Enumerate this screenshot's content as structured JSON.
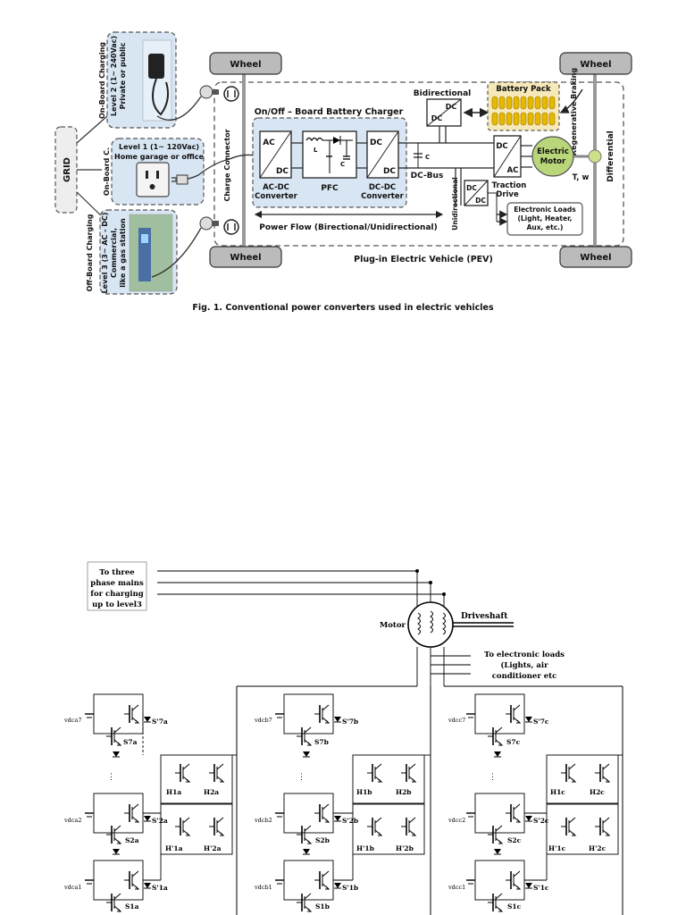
{
  "fig1": {
    "caption": "Fig. 1. Conventional power converters used in electric vehicles",
    "grid": "GRID",
    "wheel_label": "Wheel",
    "charge_connector": "Charge Connector",
    "onoff_title": "On/Off – Board Battery Charger",
    "on_board_charging": "On-Board Charging",
    "level2": "Level 2 (1~ 240Vac)",
    "level2_sub": "Private or public",
    "on_board_c": "On-Board C.",
    "level1": "Level 1 (1~ 120Vac)",
    "level1_sub": "Home garage or office",
    "off_board_charging": "Off-Board Charging",
    "level3": "Level 3 (3~ AC - DC)",
    "level3_sub1": "Commercial,",
    "level3_sub2": "like a gas station",
    "ac": "AC",
    "dc": "DC",
    "ac_dc_converter_1": "AC-DC",
    "ac_dc_converter_2": "Converter",
    "pfc": "PFC",
    "pfc_l": "L",
    "pfc_c": "C",
    "dc_dc_converter_1": "DC-DC",
    "dc_dc_converter_2": "Converter",
    "dc_bus": "DC-Bus",
    "cap_c": "C",
    "bidirectional": "Bidirectional",
    "battery_pack": "Battery Pack",
    "regenerative_braking": "Regenerative Braking",
    "unidirectional": "Unidirectional",
    "traction_drive_1": "Traction",
    "traction_drive_2": "Drive",
    "electric_motor_1": "Electric",
    "electric_motor_2": "Motor",
    "tw": "T, w",
    "differential": "Differential",
    "electronic_loads_1": "Electronic Loads",
    "electronic_loads_2": "(Light, Heater,",
    "electronic_loads_3": "Aux, etc.)",
    "power_flow": "Power Flow (Birectional/Unidirectional)",
    "pev": "Plug-in Electric Vehicle (PEV)"
  },
  "fig2": {
    "mains_1": "To three",
    "mains_2": "phase mains",
    "mains_3": "for charging",
    "mains_4": "up to level3",
    "motor": "Motor",
    "driveshaft": "Driveshaft",
    "loads_1": "To electronic loads",
    "loads_2": "(Lights, air",
    "loads_3": "conditioner etc",
    "v_top": [
      "vdca7",
      "vdcb7",
      "vdcc7"
    ],
    "v_mid": [
      "vdca2",
      "vdcb2",
      "vdcc2"
    ],
    "v_bot": [
      "vdca1",
      "vdcb1",
      "vdcc1"
    ],
    "s7p": [
      "S'7a",
      "S'7b",
      "S'7c"
    ],
    "s7": [
      "S7a",
      "S7b",
      "S7c"
    ],
    "s2p": [
      "S'2a",
      "S'2b",
      "S'2c"
    ],
    "s2": [
      "S2a",
      "S2b",
      "S2c"
    ],
    "s1p": [
      "S'1a",
      "S'1b",
      "S'1c"
    ],
    "s1": [
      "S1a",
      "S1b",
      "S1c"
    ],
    "h1": [
      "H1a",
      "H1b",
      "H1c"
    ],
    "h2": [
      "H2a",
      "H2b",
      "H2c"
    ],
    "h1p": [
      "H'1a",
      "H'1b",
      "H'1c"
    ],
    "h2p": [
      "H'2a",
      "H'2b",
      "H'2c"
    ]
  }
}
